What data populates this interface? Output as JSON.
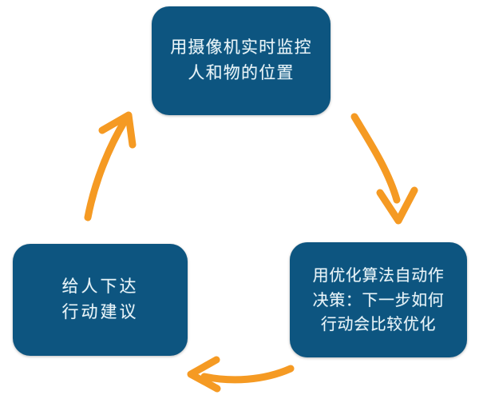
{
  "diagram": {
    "type": "cycle",
    "direction": "clockwise",
    "background_color": "#ffffff",
    "node_fill_color": "#0d5580",
    "node_text_color": "#e9f4f8",
    "arrow_color": "#f59a23",
    "nodes": [
      {
        "id": "monitor",
        "position": "top",
        "text": "用摄像机实时监控\n人和物的位置",
        "lines": [
          "用摄像机实时监控",
          "人和物的位置"
        ]
      },
      {
        "id": "decision",
        "position": "bottom-right",
        "text": "用优化算法自动作\n决策：下一步如何\n行动会比较优化",
        "lines": [
          "用优化算法自动作",
          "决策：下一步如何",
          "行动会比较优化"
        ]
      },
      {
        "id": "advice",
        "position": "bottom-left",
        "text": "给人下达\n行动建议",
        "lines": [
          "给人下达",
          "行动建议"
        ]
      }
    ],
    "arrows": [
      {
        "id": "monitor-to-decision",
        "from": "monitor",
        "to": "decision",
        "label": ""
      },
      {
        "id": "decision-to-advice",
        "from": "decision",
        "to": "advice",
        "label": ""
      },
      {
        "id": "advice-to-monitor",
        "from": "advice",
        "to": "monitor",
        "label": ""
      }
    ]
  }
}
